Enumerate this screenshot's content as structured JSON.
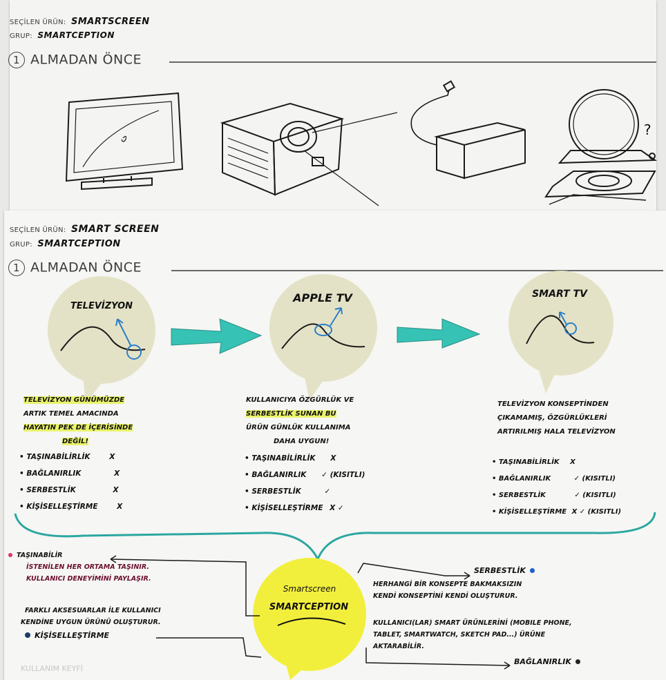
{
  "top_sheet": {
    "selected_label": "SEÇİLEN ÜRÜN:",
    "selected_value": "SMARTSCREEN",
    "group_label": "GRUP:",
    "group_value": "SMARTCEPTION",
    "section_number": "1",
    "section_title": "ALMADAN ÖNCE",
    "sketches": [
      "tv-sketch",
      "projector-sketch",
      "box-sketch",
      "globe-sketch"
    ],
    "question_mark": "?"
  },
  "main_sheet": {
    "selected_label": "SEÇİLEN ÜRÜN:",
    "selected_value": "SMART SCREEN",
    "group_label": "GRUP:",
    "group_value": "SMARTCEPTION",
    "section_number": "1",
    "section_title": "ALMADAN ÖNCE",
    "columns": [
      {
        "title": "TELEVİZYON",
        "desc": [
          "TELEVİZYON GÜNÜMÜZDE",
          "ARTIK TEMEL AMACINDA",
          "HAYATIN PEK DE İÇERİSİNDE",
          "DEĞİL!"
        ],
        "features": [
          {
            "label": "• TAŞINABİLİRLİK",
            "mark": "X"
          },
          {
            "label": "• BAĞLANIRLIK",
            "mark": "X"
          },
          {
            "label": "• SERBESTLİK",
            "mark": "X"
          },
          {
            "label": "• KİŞİSELLEŞTİRME",
            "mark": "X"
          }
        ]
      },
      {
        "title": "APPLE TV",
        "desc": [
          "KULLANICIYA ÖZGÜRLÜK VE",
          "SERBESTLİK SUNAN BU",
          "ÜRÜN GÜNLÜK KULLANIMA",
          "DAHA UYGUN!"
        ],
        "features": [
          {
            "label": "• TAŞINABİLİRLİK",
            "mark": "X"
          },
          {
            "label": "• BAĞLANIRLIK",
            "mark": "✓ (KISITLI)"
          },
          {
            "label": "• SERBESTLİK",
            "mark": "✓"
          },
          {
            "label": "• KİŞİSELLEŞTİRME",
            "mark": "X ✓"
          }
        ]
      },
      {
        "title": "SMART TV",
        "desc": [
          "TELEVİZYON KONSEPTİNDEN",
          "ÇIKAMAMIŞ, ÖZGÜRLÜKLERİ",
          "ARTIRILMIŞ HALA TELEVİZYON"
        ],
        "features": [
          {
            "label": "• TAŞINABİLİRLİK",
            "mark": "X"
          },
          {
            "label": "• BAĞLANIRLIK",
            "mark": "✓ (KISITLI)"
          },
          {
            "label": "• SERBESTLİK",
            "mark": "✓ (KISITLI)"
          },
          {
            "label": "• KİŞİSELLEŞTİRME",
            "mark": "X ✓ (KISITLI)"
          }
        ]
      }
    ],
    "center_bubble": {
      "line1": "Smartscreen",
      "line2": "SMARTCEPTION"
    },
    "bottom_left": {
      "heading": "TAŞINABİLİR",
      "text1": "İSTENİLEN HER ORTAMA TAŞINIR.",
      "text2": "KULLANICI DENEYİMİNİ PAYLAŞIR.",
      "text3": "FARKLI AKSESUARLAR İLE KULLANICI",
      "text4": "KENDİNE UYGUN ÜRÜNÜ OLUŞTURUR.",
      "heading2": "KİŞİSELLEŞTİRME"
    },
    "bottom_right": {
      "heading": "SERBESTLİK",
      "text1": "HERHANGİ BİR KONSEPTE BAKMAKSIZIN",
      "text2": "KENDİ KONSEPTİNİ KENDİ OLUŞTURUR.",
      "text3": "KULLANICI(LAR) SMART ÜRÜNLERİNİ (MOBILE PHONE,",
      "text4": "TABLET, SMARTWATCH, SKETCH PAD...) ÜRÜNE",
      "text5": "AKTARABİLİR.",
      "heading2": "BAĞLANIRLIK"
    },
    "watermark": "KULLANIM KEYFİ"
  },
  "colors": {
    "post_it": "#e4e2c6",
    "arrow": "#36c2b4",
    "yellow": "#f2ef3c",
    "highlight": "#e9f36b",
    "blue_ink": "#2a7fc8",
    "teal_ink": "#2aa7a0"
  }
}
